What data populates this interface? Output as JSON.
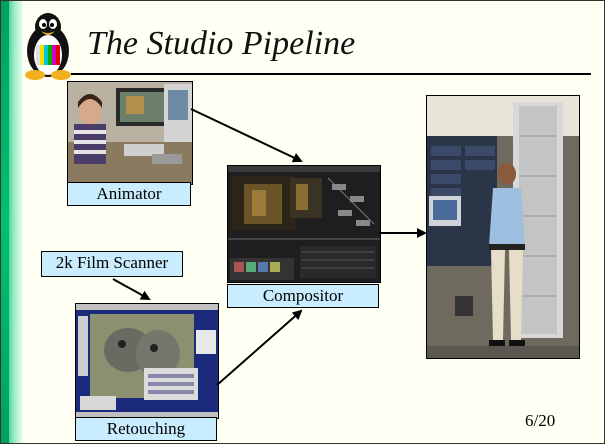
{
  "slide": {
    "title": "The Studio Pipeline",
    "page_number": "6/20"
  },
  "nodes": {
    "animator": {
      "label": "Animator"
    },
    "scanner": {
      "label": "2k Film Scanner"
    },
    "compositor": {
      "label": "Compositor"
    },
    "retouching": {
      "label": "Retouching"
    },
    "render_farm": {
      "label": ""
    }
  },
  "colors": {
    "caption_fill": "#c9ecff",
    "accent_green": "#00b06a",
    "slide_bg": "#fffff4"
  },
  "icons": [
    "tux-penguin-logo",
    "arrow"
  ]
}
